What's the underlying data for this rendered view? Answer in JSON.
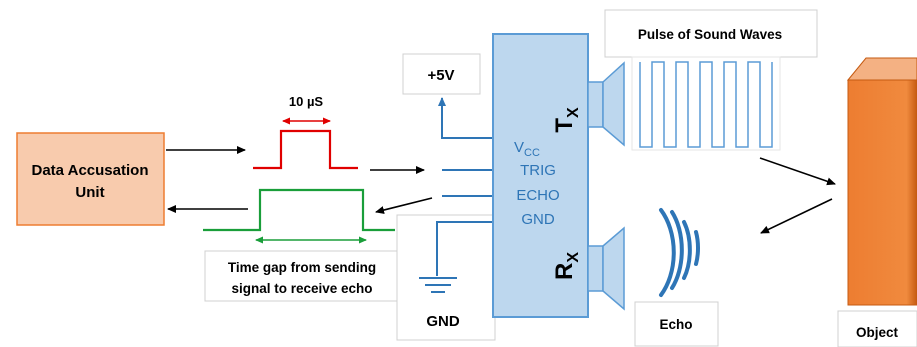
{
  "data_unit": {
    "line1": "Data Accusation",
    "line2": "Unit"
  },
  "pulse_width": "10 µS",
  "supply": "+5V",
  "ground": "GND",
  "pins": {
    "vcc_base": "V",
    "vcc_sub": "CC",
    "trig": "TRIG",
    "echo": "ECHO",
    "gnd": "GND"
  },
  "transmitter": {
    "base": "T",
    "sub": "X"
  },
  "receiver": {
    "base": "R",
    "sub": "X"
  },
  "pulse_label": "Pulse of Sound Waves",
  "echo_label": "Echo",
  "object_label": "Object",
  "time_gap": {
    "line1": "Time gap from sending",
    "line2": "signal to receive echo"
  },
  "colors": {
    "unit_fill": "#f8cbad",
    "unit_stroke": "#ed7d31",
    "sensor_fill": "#bdd7ee",
    "sensor_stroke": "#5b9bd5",
    "pin_text": "#2e75b6",
    "trigger_pulse": "#e00000",
    "echo_pulse": "#1a9e3a",
    "wave_blue": "#2e75b6",
    "object_orange": "#ed7d31"
  }
}
